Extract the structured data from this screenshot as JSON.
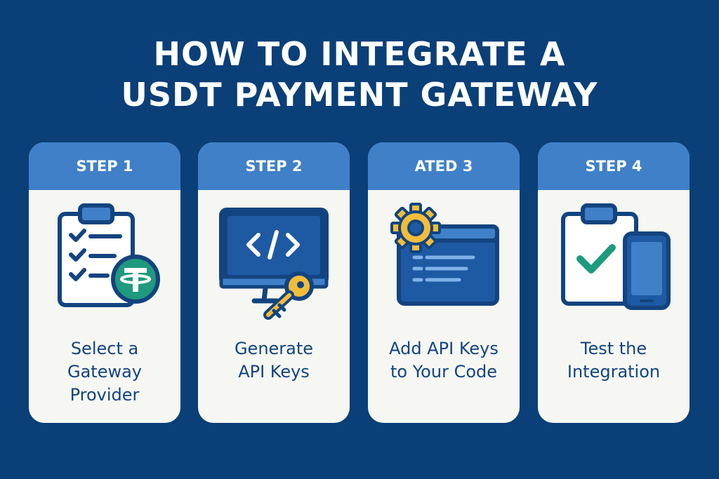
{
  "title": {
    "line1": "HOW TO INTEGRATE A",
    "line2": "USDT PAYMENT GATEWAY"
  },
  "colors": {
    "background": "#0b3f78",
    "card_header": "#3f80c8",
    "card_body": "#f6f7f3",
    "icon_stroke": "#13447f",
    "tether_green": "#1f9a7e",
    "accent_gold": "#f2bd3a",
    "check_teal": "#1f9a7e"
  },
  "steps": [
    {
      "header": "STEP 1",
      "label_lines": [
        "Select a",
        "Gateway",
        "Provider"
      ],
      "icon": "clipboard-tether-icon"
    },
    {
      "header": "STEP 2",
      "label_lines": [
        "Generate",
        "API Keys"
      ],
      "icon": "monitor-code-key-icon"
    },
    {
      "header": "ATED 3",
      "label_lines": [
        "Add API Keys",
        "to Your Code"
      ],
      "icon": "gear-window-icon"
    },
    {
      "header": "STEP 4",
      "label_lines": [
        "Test the",
        "Integration"
      ],
      "icon": "clipboard-check-phone-icon"
    }
  ]
}
